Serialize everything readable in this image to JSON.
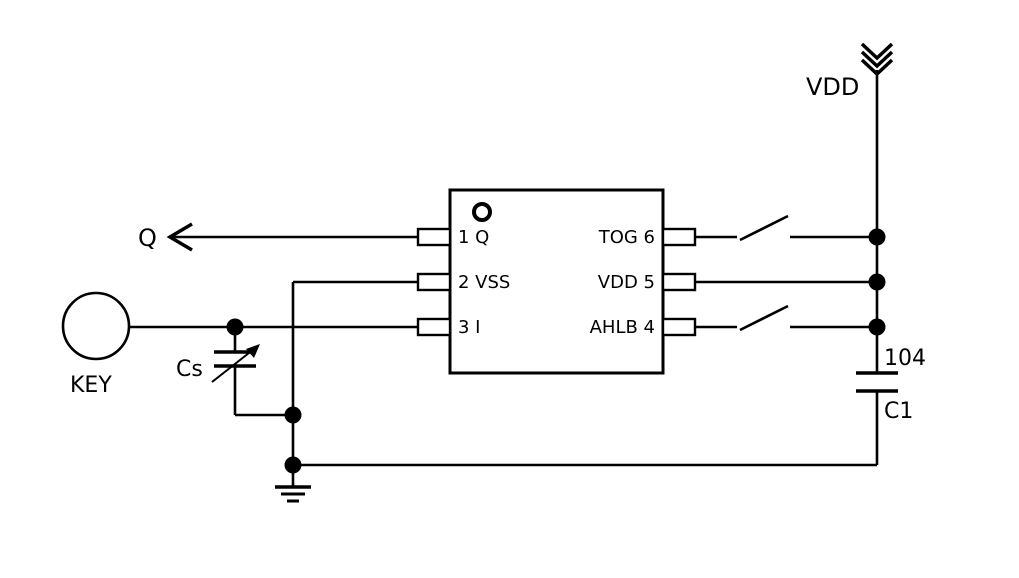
{
  "diagram": {
    "type": "circuit-schematic",
    "description": "Touch key sensor IC application circuit",
    "labels": {
      "vdd": "VDD",
      "q_output": "Q",
      "key": "KEY",
      "cs": "Cs",
      "c1_value": "104",
      "c1_name": "C1"
    },
    "ic": {
      "pins_left": [
        {
          "label": "1 Q"
        },
        {
          "label": "2 VSS"
        },
        {
          "label": "3 I"
        }
      ],
      "pins_right": [
        {
          "label": "TOG 6"
        },
        {
          "label": "VDD 5"
        },
        {
          "label": "AHLB 4"
        }
      ]
    },
    "colors": {
      "line": "#000000",
      "background": "#ffffff"
    }
  }
}
